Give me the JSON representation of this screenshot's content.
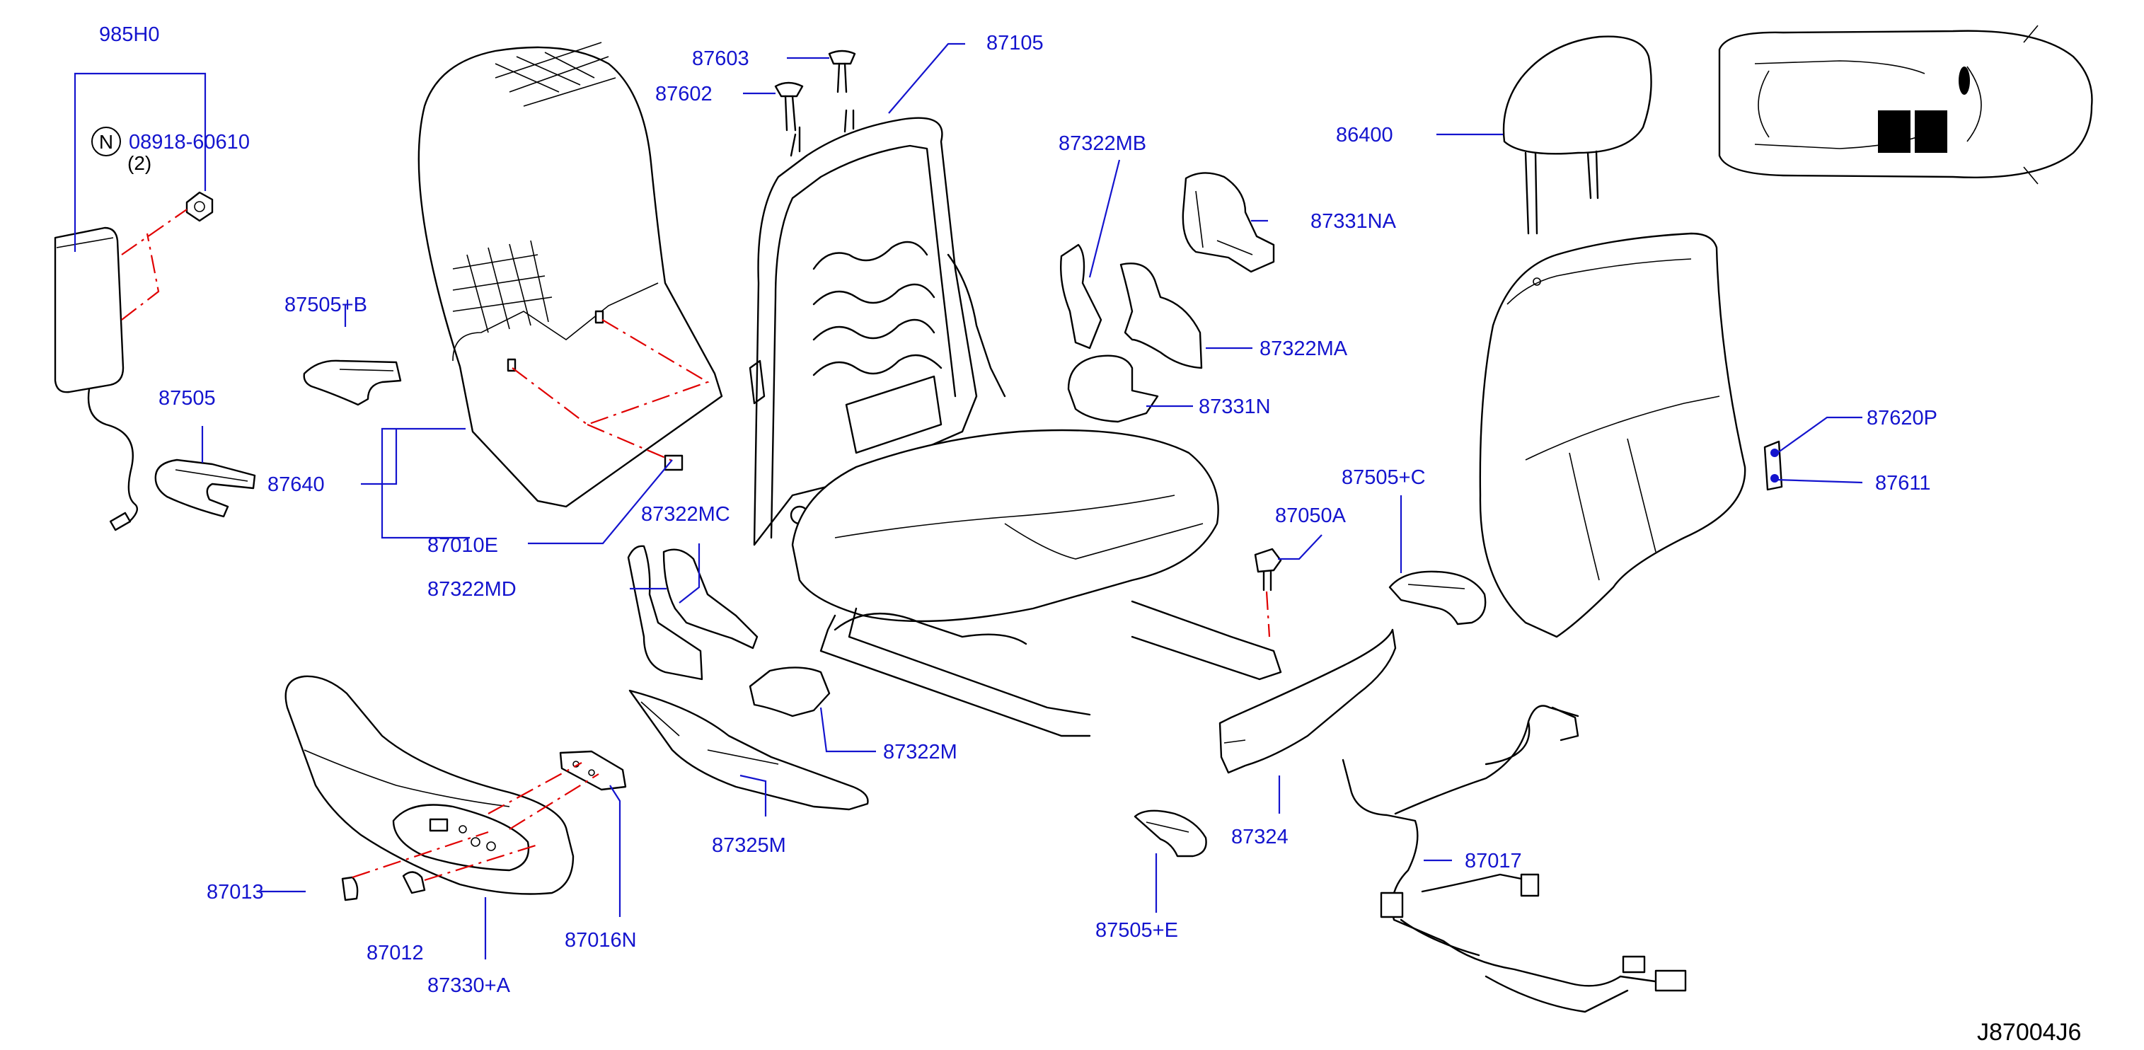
{
  "diagram_code": "J87004J6",
  "note_symbol": "N",
  "quantity_note": "(2)",
  "callouts": [
    {
      "id": "985H0",
      "text": "985H0"
    },
    {
      "id": "08918-60610",
      "text": "08918-60610"
    },
    {
      "id": "87505+B",
      "text": "87505+B"
    },
    {
      "id": "87505",
      "text": "87505"
    },
    {
      "id": "87640",
      "text": "87640"
    },
    {
      "id": "87010E",
      "text": "87010E"
    },
    {
      "id": "87603",
      "text": "87603"
    },
    {
      "id": "87602",
      "text": "87602"
    },
    {
      "id": "87105",
      "text": "87105"
    },
    {
      "id": "87322MB",
      "text": "87322MB"
    },
    {
      "id": "87331NA",
      "text": "87331NA"
    },
    {
      "id": "87322MA",
      "text": "87322MA"
    },
    {
      "id": "87331N",
      "text": "87331N"
    },
    {
      "id": "86400",
      "text": "86400"
    },
    {
      "id": "87620P",
      "text": "87620P"
    },
    {
      "id": "87611",
      "text": "87611"
    },
    {
      "id": "87505+C",
      "text": "87505+C"
    },
    {
      "id": "87050A",
      "text": "87050A"
    },
    {
      "id": "87322MC",
      "text": "87322MC"
    },
    {
      "id": "87322MD",
      "text": "87322MD"
    },
    {
      "id": "87322M",
      "text": "87322M"
    },
    {
      "id": "87325M",
      "text": "87325M"
    },
    {
      "id": "87324",
      "text": "87324"
    },
    {
      "id": "87505+E",
      "text": "87505+E"
    },
    {
      "id": "87017",
      "text": "87017"
    },
    {
      "id": "87013",
      "text": "87013"
    },
    {
      "id": "87012",
      "text": "87012"
    },
    {
      "id": "87330+A",
      "text": "87330+A"
    },
    {
      "id": "87016N",
      "text": "87016N"
    }
  ],
  "colors": {
    "callout_text": "#1414ce",
    "leader_line": "#1414ce",
    "phantom_line": "#e00000",
    "part_line": "#000000",
    "background": "#ffffff"
  }
}
